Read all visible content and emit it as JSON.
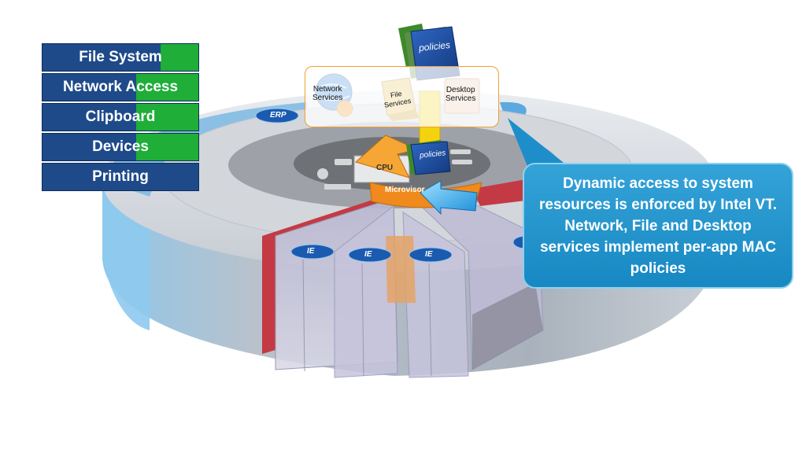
{
  "resources": [
    {
      "label": "File System",
      "fill": 0.24
    },
    {
      "label": "Network Access",
      "fill": 0.4
    },
    {
      "label": "Clipboard",
      "fill": 0.4
    },
    {
      "label": "Devices",
      "fill": 0.4
    },
    {
      "label": "Printing",
      "fill": 0
    }
  ],
  "services": {
    "network": "Network\nServices",
    "file": "File\nServices",
    "desktop": "Desktop\nServices"
  },
  "policies_label": "policies",
  "core": {
    "cpu_label": "CPU",
    "microvisor_label": "Microvisor"
  },
  "apps": {
    "erp_label": "ERP",
    "ie_label": "IE"
  },
  "callout": {
    "text": "Dynamic access to system resources is enforced by Intel VT. Network, File and Desktop services implement per-app MAC policies"
  },
  "colors": {
    "resource_bg": "#1e4a8a",
    "resource_fill": "#1fae38",
    "callout_bg": "#1788c2",
    "highlight_orange": "#f08a1c",
    "policy_blue": "#214f9e"
  }
}
